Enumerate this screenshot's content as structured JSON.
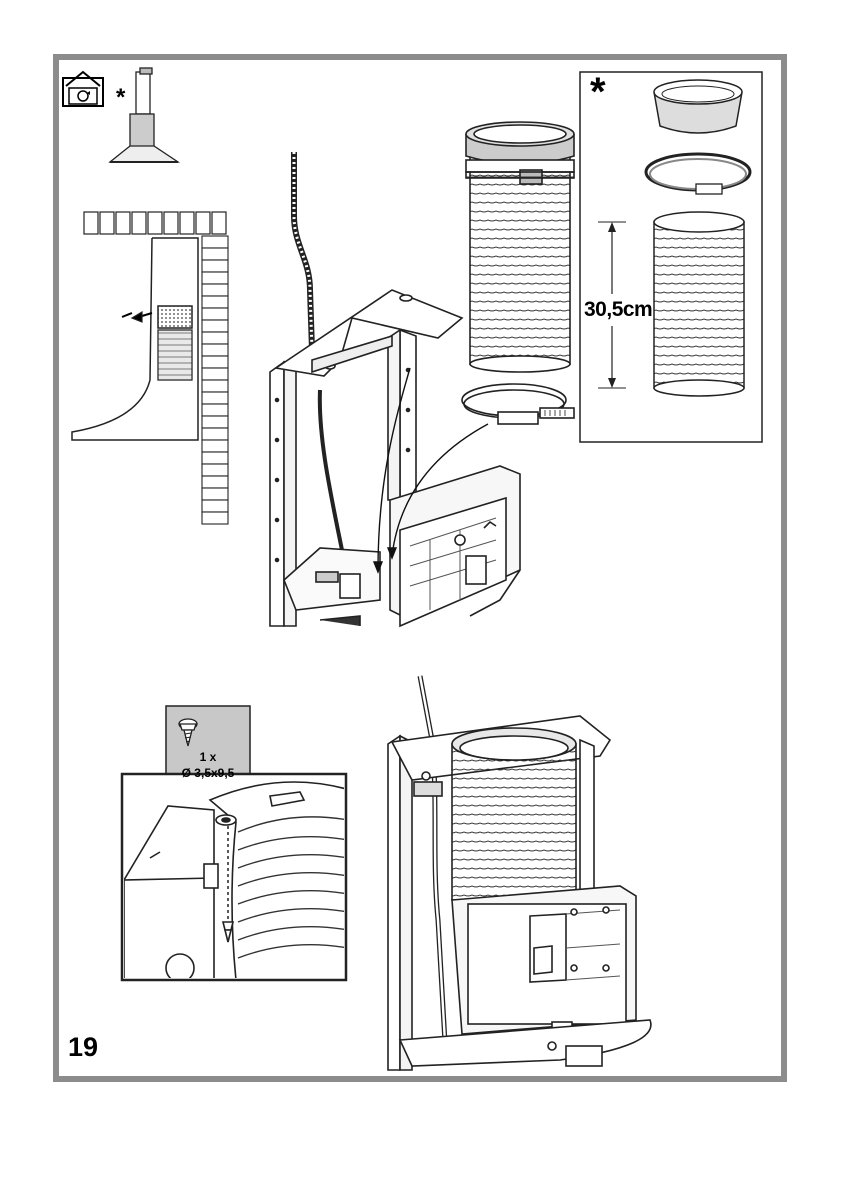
{
  "page": {
    "step_number": "19",
    "optional_marker": "*",
    "optional_box_marker": "*"
  },
  "kit_box": {
    "dimension_label": "30,5cm"
  },
  "screw_callout": {
    "quantity": "1 x",
    "spec": "Ø 3,5x9,5"
  },
  "icons": {
    "mode_icon": "recirculation-house-icon",
    "screw_icon": "screw-icon"
  },
  "colors": {
    "frame_border": "#8c8c8c",
    "screw_box_fill": "#c8c8c8",
    "line": "#1a1a1a"
  }
}
